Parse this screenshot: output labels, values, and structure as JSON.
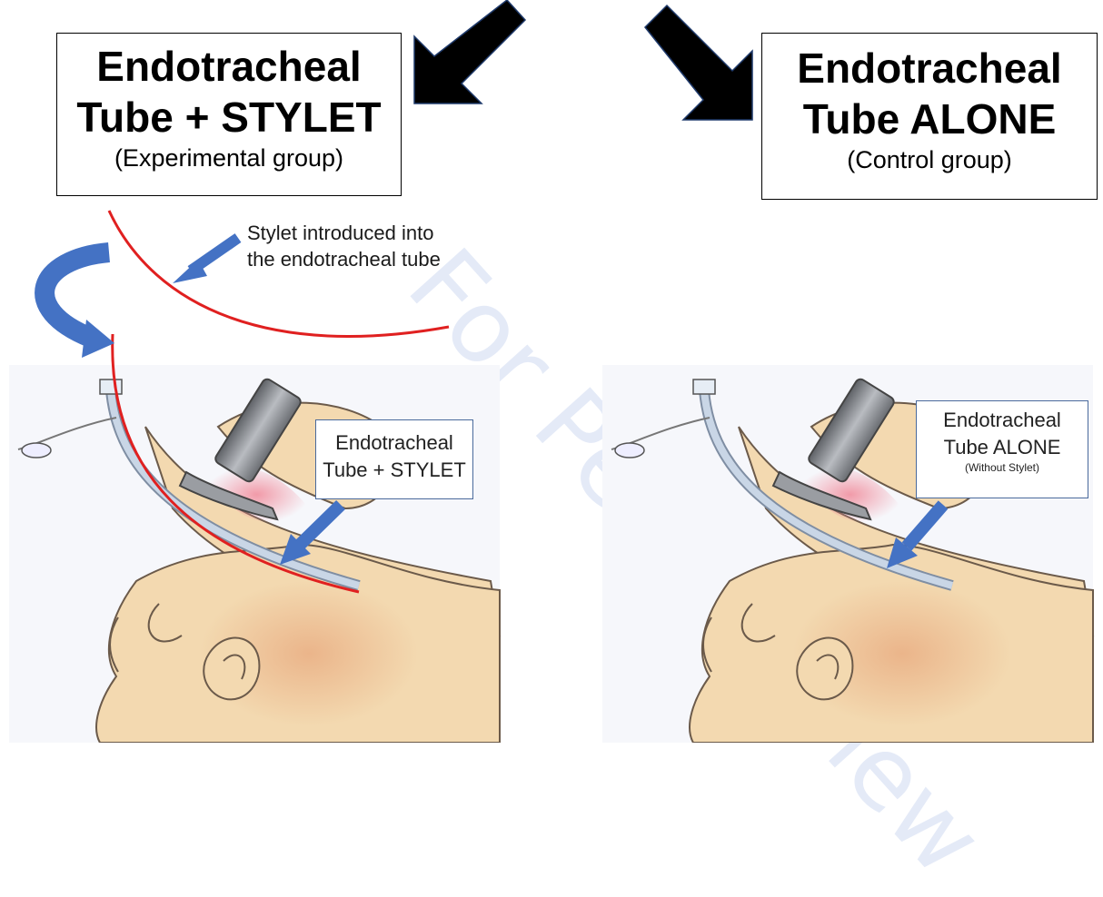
{
  "experimental_box": {
    "title_line1": "Endotracheal",
    "title_line2": "Tube + STYLET",
    "subtitle": "(Experimental group)"
  },
  "control_box": {
    "title_line1": "Endotracheal",
    "title_line2": "Tube ALONE",
    "subtitle": "(Control group)"
  },
  "stylet_annotation": {
    "line1": "Stylet introduced into",
    "line2": "the endotracheal tube"
  },
  "left_callout": {
    "line1": "Endotracheal",
    "line2": "Tube + STYLET"
  },
  "right_callout": {
    "line1": "Endotracheal",
    "line2": "Tube ALONE",
    "line3": "(Without Stylet)"
  },
  "watermark": "For Peer Review",
  "colors": {
    "stylet_curve": "#e02020",
    "blue_arrow": "#4472c4",
    "black_arrow": "#000000",
    "illustration_bg": "#f6f7fb",
    "skin": "#f3d9b0",
    "skin_outline": "#6b5a4a",
    "tube": "#c9d6e6",
    "laryngoscope": "#8a8d92"
  }
}
